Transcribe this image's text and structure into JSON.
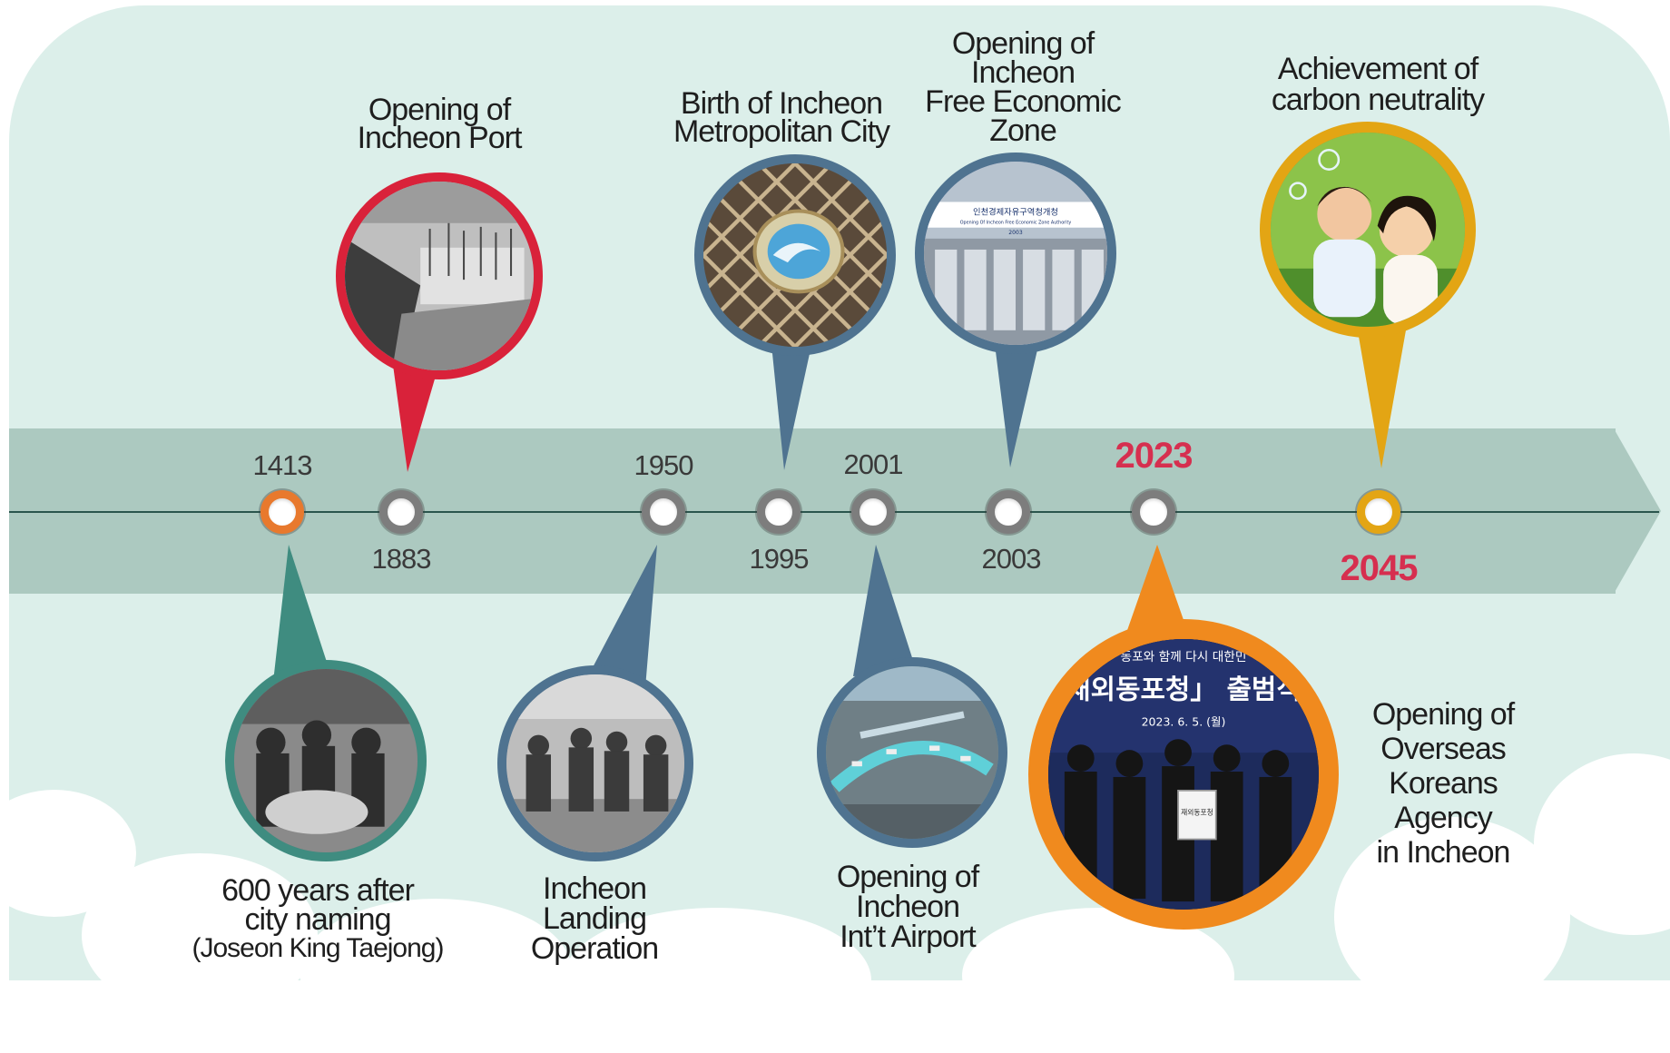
{
  "colors": {
    "background": "#dcefea",
    "band": "#acc9c0",
    "axis": "#2b554d",
    "red": "#d9223a",
    "blue": "#4f7390",
    "teal": "#3f8c80",
    "orange": "#f08a1e",
    "amber": "#e3a514",
    "highlight_year": "#d62f4f"
  },
  "milestones": [
    {
      "year": "1413",
      "caption": [
        "600 years after",
        "city naming",
        "(Joseon King Taejong)"
      ],
      "photo": "joseon-king-taejong-photo"
    },
    {
      "year": "1883",
      "caption": [
        "Opening of",
        "Incheon Port"
      ],
      "photo": "incheon-port-photo"
    },
    {
      "year": "1950",
      "caption": [
        "Incheon",
        "Landing",
        "Operation"
      ],
      "photo": "landing-operation-photo"
    },
    {
      "year": "1995",
      "caption": [
        "Birth of Incheon",
        "Metropolitan City"
      ],
      "photo": "city-emblem-photo"
    },
    {
      "year": "2001",
      "caption": [
        "Opening of",
        "Incheon",
        "Int’t Airport"
      ],
      "photo": "airport-photo"
    },
    {
      "year": "2003",
      "caption": [
        "Opening of",
        "Incheon",
        "Free Economic",
        "Zone"
      ],
      "photo": "free-economic-zone-photo"
    },
    {
      "year": "2023",
      "caption": [
        "Opening of",
        "Overseas",
        "Koreans",
        "Agency",
        "in Incheon"
      ],
      "photo": "overseas-koreans-agency-photo"
    },
    {
      "year": "2045",
      "caption": [
        "Achievement of",
        "carbon neutrality"
      ],
      "photo": "children-bubbles-photo"
    }
  ],
  "photo_text": {
    "ifez_banner": "인천경제자유구역청개청",
    "ifez_banner_sub": "Opening Of Incheon Free Economic Zone Authority",
    "ifez_banner_year": "2003",
    "agency_top": "동포와 함께 다시 대한민",
    "agency_title": "재외동포청」 출범식",
    "agency_date": "2023. 6. 5. (월)",
    "agency_plaque": "재외동포청"
  }
}
